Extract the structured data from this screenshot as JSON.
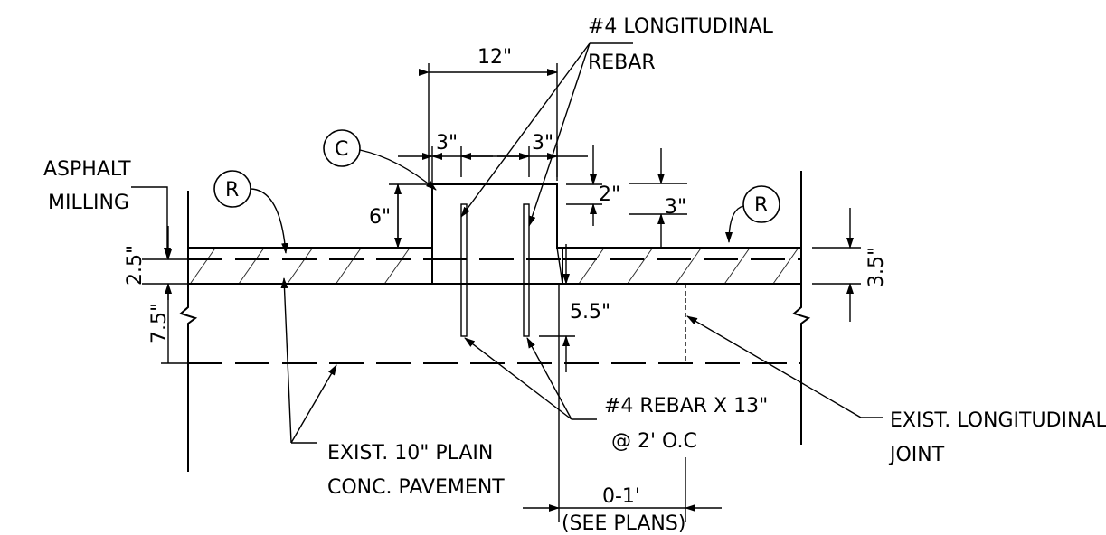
{
  "callouts": {
    "rebar_top": [
      "#4 LONGITUDINAL",
      "REBAR"
    ],
    "asphalt": [
      "ASPHALT",
      "MILLING"
    ],
    "rebar_bottom": [
      "#4 REBAR X 13\"",
      "@ 2' O.C"
    ],
    "long_joint": [
      "EXIST. LONGITUDINAL",
      "JOINT"
    ],
    "pavement": [
      "EXIST.  10\" PLAIN",
      "CONC. PAVEMENT"
    ],
    "see_plans": "(SEE PLANS)"
  },
  "markers": {
    "left_r": "R",
    "c": "C",
    "right_r": "R"
  },
  "dimensions": {
    "width_12": "12\"",
    "left_3": "3\"",
    "right_3": "3\"",
    "depth_6": "6\"",
    "top_2": "2\"",
    "cover_3": "3\"",
    "left_2_5": "2.5\"",
    "left_7_5": "7.5\"",
    "right_3_5": "3.5\"",
    "embed_5_5": "5.5\"",
    "offset": "0-1'"
  }
}
